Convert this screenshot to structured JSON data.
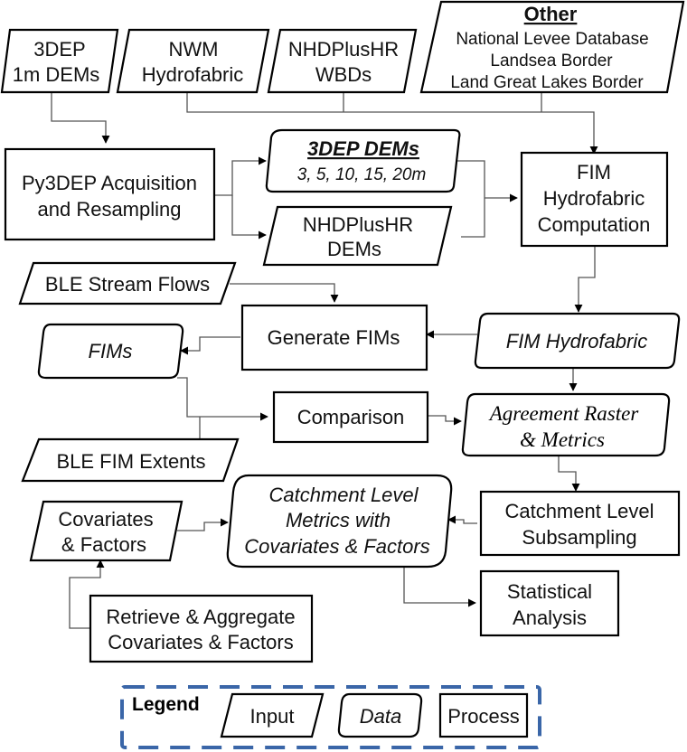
{
  "diagram": {
    "title": "",
    "nodes": {
      "dep1m": {
        "type": "input",
        "lines": [
          "3DEP",
          "1m DEMs"
        ]
      },
      "nwm": {
        "type": "input",
        "lines": [
          "NWM",
          "Hydrofabric"
        ]
      },
      "nhdwbd": {
        "type": "input",
        "lines": [
          "NHDPlusHR",
          "WBDs"
        ]
      },
      "other": {
        "type": "input",
        "heading": "Other",
        "lines": [
          "National Levee Database",
          "Landsea Border",
          "Land Great Lakes Border"
        ]
      },
      "py3dep": {
        "type": "process",
        "lines": [
          "Py3DEP Acquisition",
          "and Resampling"
        ]
      },
      "dems3dep": {
        "type": "data",
        "heading": "3DEP DEMs",
        "lines": [
          "3, 5, 10, 15, 20m"
        ]
      },
      "nhddems": {
        "type": "input",
        "lines": [
          "NHDPlusHR",
          "DEMs"
        ]
      },
      "fimcomp": {
        "type": "process",
        "lines": [
          "FIM",
          "Hydrofabric",
          "Computation"
        ]
      },
      "bleflows": {
        "type": "input",
        "lines": [
          "BLE Stream Flows"
        ]
      },
      "genfims": {
        "type": "process",
        "lines": [
          "Generate FIMs"
        ]
      },
      "fimhydro": {
        "type": "data",
        "lines": [
          "FIM Hydrofabric"
        ]
      },
      "fims": {
        "type": "data",
        "lines": [
          "FIMs"
        ]
      },
      "comparison": {
        "type": "process",
        "lines": [
          "Comparison"
        ]
      },
      "agreement": {
        "type": "data",
        "lines": [
          "Agreement Raster",
          "& Metrics"
        ]
      },
      "bleextents": {
        "type": "input",
        "lines": [
          "BLE FIM Extents"
        ]
      },
      "covariates": {
        "type": "input",
        "lines": [
          "Covariates",
          "& Factors"
        ]
      },
      "catchmetrics": {
        "type": "data",
        "lines": [
          "Catchment Level",
          "Metrics with",
          "Covariates & Factors"
        ]
      },
      "catchsub": {
        "type": "process",
        "lines": [
          "Catchment Level",
          "Subsampling"
        ]
      },
      "stats": {
        "type": "process",
        "lines": [
          "Statistical",
          "Analysis"
        ]
      },
      "retrieve": {
        "type": "process",
        "lines": [
          "Retrieve & Aggregate",
          "Covariates & Factors"
        ]
      }
    },
    "edges": [
      {
        "from": "3DEP 1m DEMs",
        "to": "Py3DEP Acquisition and Resampling"
      },
      {
        "from": "NWM Hydrofabric",
        "to": "FIM Hydrofabric Computation"
      },
      {
        "from": "NHDPlusHR WBDs",
        "to": "FIM Hydrofabric Computation"
      },
      {
        "from": "Other",
        "to": "FIM Hydrofabric Computation"
      },
      {
        "from": "Py3DEP Acquisition and Resampling",
        "to": "3DEP DEMs"
      },
      {
        "from": "Py3DEP Acquisition and Resampling",
        "to": "NHDPlusHR DEMs"
      },
      {
        "from": "3DEP DEMs",
        "to": "FIM Hydrofabric Computation"
      },
      {
        "from": "NHDPlusHR DEMs",
        "to": "FIM Hydrofabric Computation"
      },
      {
        "from": "FIM Hydrofabric Computation",
        "to": "FIM Hydrofabric"
      },
      {
        "from": "BLE Stream Flows",
        "to": "Generate FIMs"
      },
      {
        "from": "FIM Hydrofabric",
        "to": "Generate FIMs"
      },
      {
        "from": "Generate FIMs",
        "to": "FIMs"
      },
      {
        "from": "FIMs",
        "to": "Comparison"
      },
      {
        "from": "BLE FIM Extents",
        "to": "Comparison"
      },
      {
        "from": "FIM Hydrofabric",
        "to": "Agreement Raster & Metrics"
      },
      {
        "from": "Comparison",
        "to": "Agreement Raster & Metrics"
      },
      {
        "from": "Agreement Raster & Metrics",
        "to": "Catchment Level Subsampling"
      },
      {
        "from": "Catchment Level Subsampling",
        "to": "Catchment Level Metrics with Covariates & Factors"
      },
      {
        "from": "Covariates & Factors",
        "to": "Catchment Level Metrics with Covariates & Factors"
      },
      {
        "from": "Retrieve & Aggregate Covariates & Factors",
        "to": "Covariates & Factors"
      },
      {
        "from": "Catchment Level Metrics with Covariates & Factors",
        "to": "Statistical Analysis"
      }
    ]
  },
  "legend": {
    "title": "Legend",
    "items": [
      {
        "type": "input",
        "label": "Input"
      },
      {
        "type": "data",
        "label": "Data"
      },
      {
        "type": "process",
        "label": "Process"
      }
    ],
    "frame_color": "#3a66a8"
  }
}
